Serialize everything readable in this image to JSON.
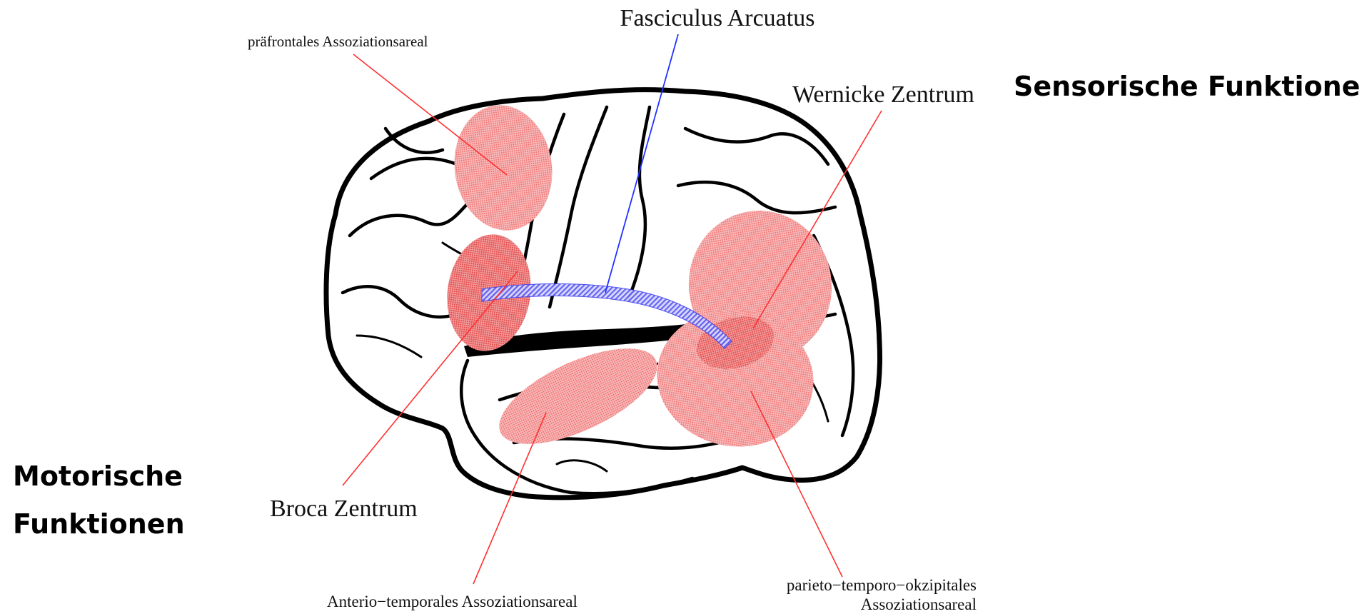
{
  "labels": {
    "fasciculus": "Fasciculus Arcuatus",
    "praefrontal": "präfrontales Assoziationsareal",
    "wernicke": "Wernicke Zentrum",
    "sensorisch": "Sensorische Funktionen",
    "motorisch_line1": "Motorische",
    "motorisch_line2": "Funktionen",
    "broca": "Broca Zentrum",
    "anterio": "Anterio−temporales Assoziationsareal",
    "parieto_line1": "parieto−temporo−okzipitales",
    "parieto_line2": "Assoziationsareal"
  },
  "colors": {
    "area_fill": "#f08080",
    "leader_red": "#ff3030",
    "leader_blue": "#2233ff",
    "fasciculus_band": "#7a7aff"
  }
}
